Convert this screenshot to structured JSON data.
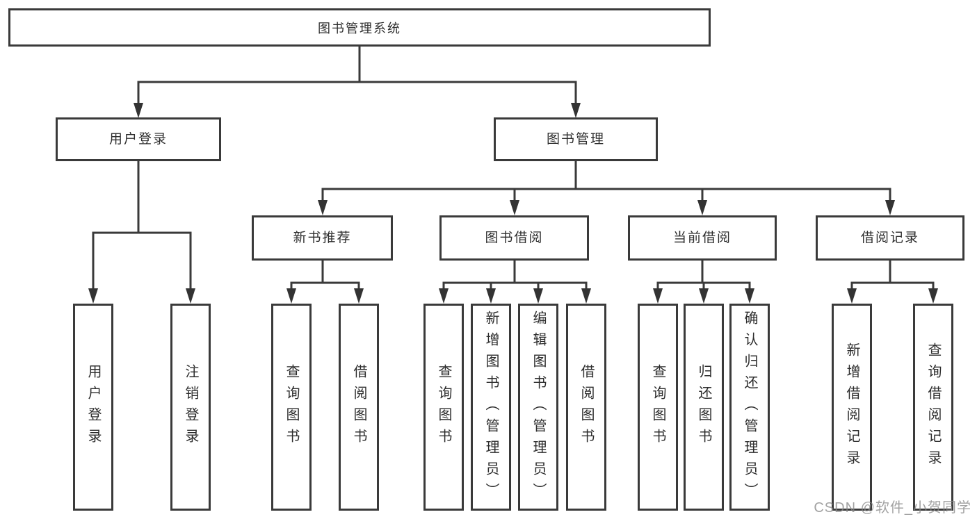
{
  "diagram_title": "图书管理系统",
  "tree": {
    "root": {
      "label": "图书管理系统",
      "children": [
        {
          "label": "用户登录",
          "children": [
            {
              "label": "用户登录"
            },
            {
              "label": "注销登录"
            }
          ]
        },
        {
          "label": "图书管理",
          "children": [
            {
              "label": "新书推荐",
              "children": [
                {
                  "label": "查询图书"
                },
                {
                  "label": "借阅图书"
                }
              ]
            },
            {
              "label": "图书借阅",
              "children": [
                {
                  "label": "查询图书"
                },
                {
                  "label": "新增图书（管理员）"
                },
                {
                  "label": "编辑图书（管理员）"
                },
                {
                  "label": "借阅图书"
                }
              ]
            },
            {
              "label": "当前借阅",
              "children": [
                {
                  "label": "查询图书"
                },
                {
                  "label": "归还图书"
                },
                {
                  "label": "确认归还（管理员）"
                }
              ]
            },
            {
              "label": "借阅记录",
              "children": [
                {
                  "label": "新增借阅记录"
                },
                {
                  "label": "查询借阅记录"
                }
              ]
            }
          ]
        }
      ]
    }
  },
  "watermark": {
    "text": "CSDN @软件_小贺同学"
  },
  "colors": {
    "line": "#3a3a3a",
    "text": "#2d2d2d",
    "box_background": "#ffffff",
    "watermark": "#888888",
    "background": "#ffffff"
  }
}
